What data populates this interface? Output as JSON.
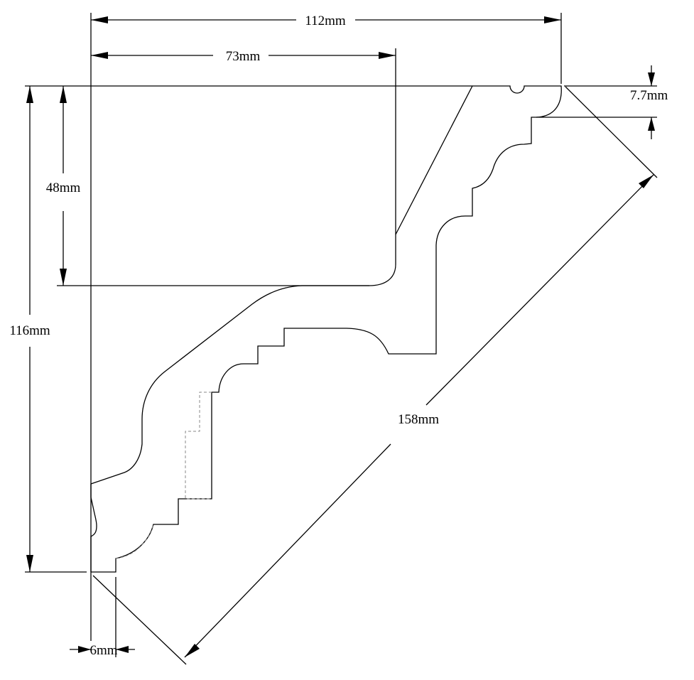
{
  "dimensions": {
    "total_width": "112mm",
    "block_width": "73mm",
    "top_step": "7.7mm",
    "block_height": "48mm",
    "total_height": "116mm",
    "diagonal": "158mm",
    "bottom_foot": "6mm"
  },
  "colors": {
    "line": "#000000",
    "hidden_line": "#8a8a8a",
    "background": "#ffffff"
  }
}
